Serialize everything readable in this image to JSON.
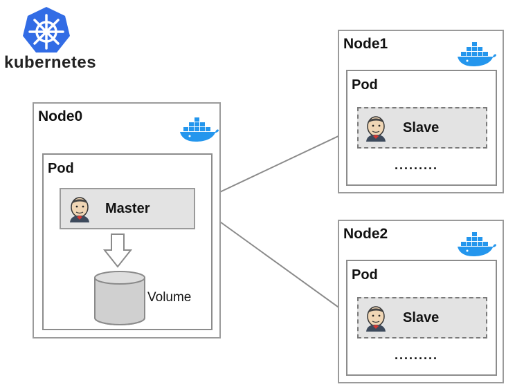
{
  "logo": {
    "text": "kubernetes",
    "color": "#326ce5"
  },
  "nodes": [
    {
      "title": "Node0",
      "pod_label": "Pod",
      "container_label": "Master"
    },
    {
      "title": "Node1",
      "pod_label": "Pod",
      "container_label": "Slave",
      "more": "........."
    },
    {
      "title": "Node2",
      "pod_label": "Pod",
      "container_label": "Slave",
      "more": "........."
    }
  ],
  "volume": {
    "label": "Volume"
  },
  "colors": {
    "docker": "#2496ed",
    "arrow": "#8a8a8a",
    "container_fill": "#e3e3e3"
  }
}
